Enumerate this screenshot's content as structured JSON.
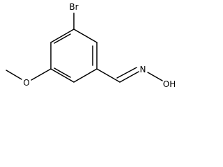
{
  "molecule": {
    "atoms": {
      "bromine": "Br",
      "methoxy_oxygen": "O",
      "oxime_nitrogen": "N",
      "hydroxyl": "OH"
    },
    "colors": {
      "bond": "#000000",
      "label": "#000000",
      "background": "#ffffff"
    }
  }
}
